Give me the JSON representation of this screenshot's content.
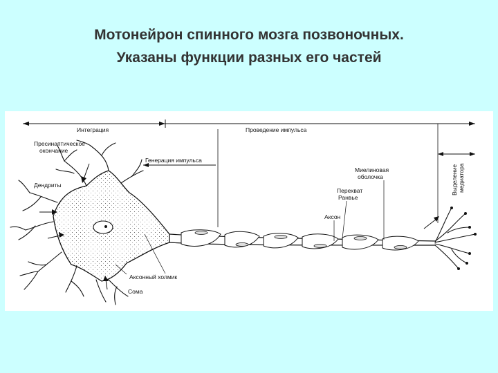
{
  "slide": {
    "title_line1": "Мотонейрон спинного мозга позвоночных.",
    "title_line2": "Указаны функции разных его частей"
  },
  "diagram": {
    "labels": {
      "integration": "Интеграция",
      "conduction": "Проведение импульса",
      "presynaptic_1": "Пресинаптическое",
      "presynaptic_2": "окончание",
      "impulse_generation": "Генерация импульса",
      "dendrites": "Дендриты",
      "axon_hillock": "Аксонный холмик",
      "soma": "Сома",
      "myelin_1": "Миелиновая",
      "myelin_2": "оболочка",
      "ranvier_1": "Перехват",
      "ranvier_2": "Ранвье",
      "axon": "Аксон",
      "transmitter_1": "Выделение",
      "transmitter_2": "медиатора"
    },
    "colors": {
      "background": "#ccffff",
      "panel": "#ffffff",
      "ink": "#111111",
      "title": "#333333"
    }
  }
}
